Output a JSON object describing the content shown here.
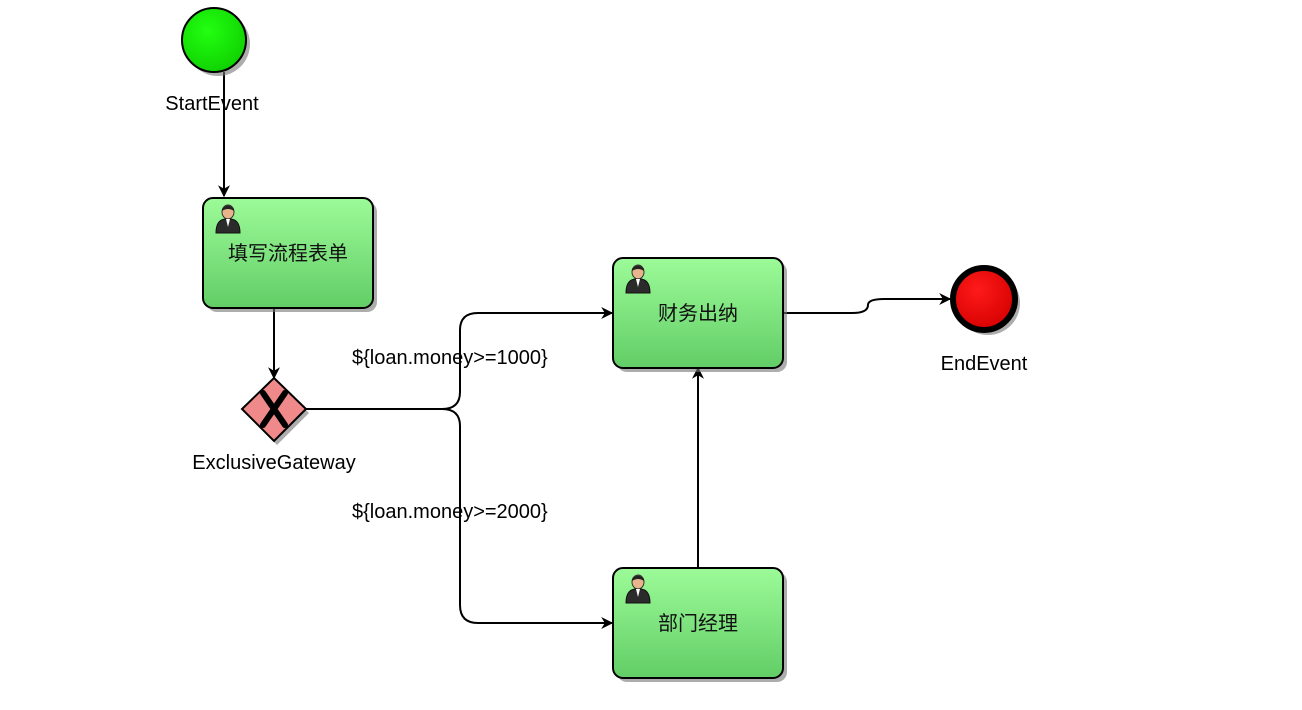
{
  "events": {
    "start": {
      "label": "StartEvent",
      "color": "#11ee00"
    },
    "end": {
      "label": "EndEvent",
      "color": "#ee0000"
    }
  },
  "gateway": {
    "label": "ExclusiveGateway",
    "color": "#f08a8a"
  },
  "tasks": {
    "fill_form": {
      "label": "填写流程表单",
      "icon": "user-icon"
    },
    "finance": {
      "label": "财务出纳",
      "icon": "user-icon"
    },
    "manager": {
      "label": "部门经理",
      "icon": "user-icon"
    }
  },
  "flows": {
    "to_finance": {
      "condition": "${loan.money>=1000}"
    },
    "to_manager": {
      "condition": "${loan.money>=2000}"
    }
  },
  "colors": {
    "task_fill_top": "#98fa95",
    "task_fill_bottom": "#66d16a"
  }
}
